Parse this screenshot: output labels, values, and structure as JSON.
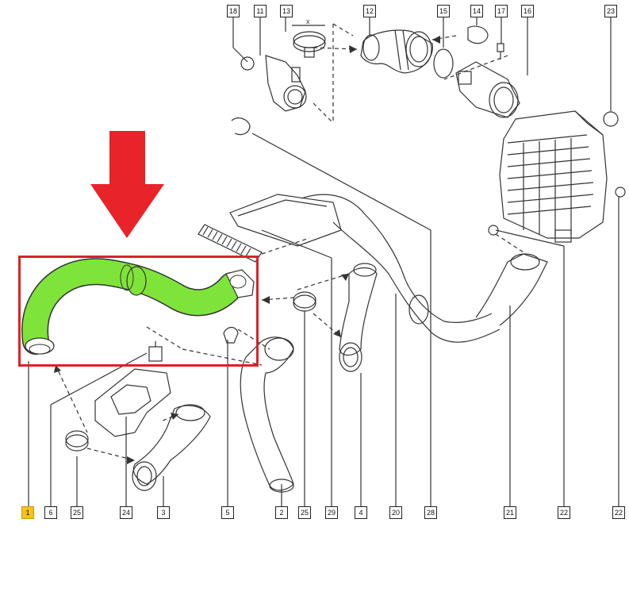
{
  "callouts": [
    {
      "id": "18",
      "label": "18"
    },
    {
      "id": "11",
      "label": "11"
    },
    {
      "id": "13",
      "label": "13"
    },
    {
      "id": "12",
      "label": "12"
    },
    {
      "id": "15",
      "label": "15"
    },
    {
      "id": "14",
      "label": "14"
    },
    {
      "id": "17",
      "label": "17"
    },
    {
      "id": "16",
      "label": "16"
    },
    {
      "id": "23",
      "label": "23"
    },
    {
      "id": "1",
      "label": "1"
    },
    {
      "id": "6",
      "label": "6"
    },
    {
      "id": "25a",
      "label": "25"
    },
    {
      "id": "24",
      "label": "24"
    },
    {
      "id": "3",
      "label": "3"
    },
    {
      "id": "5",
      "label": "5"
    },
    {
      "id": "2",
      "label": "2"
    },
    {
      "id": "25b",
      "label": "25"
    },
    {
      "id": "29",
      "label": "29"
    },
    {
      "id": "4",
      "label": "4"
    },
    {
      "id": "20",
      "label": "20"
    },
    {
      "id": "28",
      "label": "28"
    },
    {
      "id": "21",
      "label": "21"
    },
    {
      "id": "22a",
      "label": "22"
    },
    {
      "id": "22b",
      "label": "22"
    }
  ],
  "highlighted_part": "1",
  "dimension_mark": "x",
  "colors": {
    "highlight_hose": "#7fe43a",
    "highlight_box": "#d8232a",
    "arrow": "#e8232a",
    "selected_callout": "#f7c21a",
    "line_art": "#333333"
  }
}
